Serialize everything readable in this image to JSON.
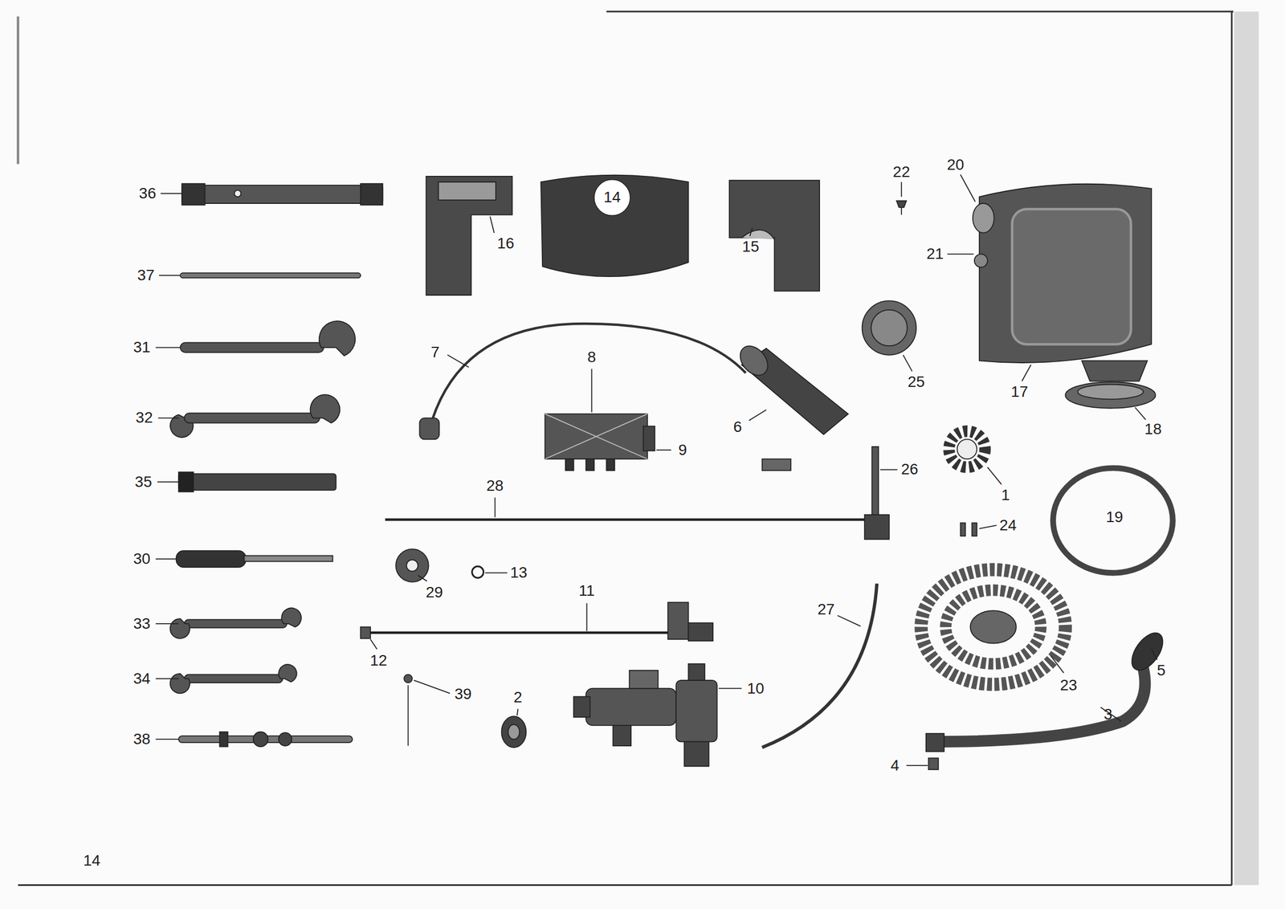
{
  "diagram": {
    "labels": [
      "36",
      "37",
      "31",
      "32",
      "35",
      "30",
      "33",
      "34",
      "38",
      "16",
      "14",
      "15",
      "22",
      "20",
      "21",
      "25",
      "17",
      "18",
      "7",
      "8",
      "6",
      "9",
      "26",
      "1",
      "28",
      "24",
      "19",
      "29",
      "13",
      "11",
      "12",
      "27",
      "23",
      "5",
      "3",
      "4",
      "39",
      "2",
      "10",
      "14"
    ]
  }
}
